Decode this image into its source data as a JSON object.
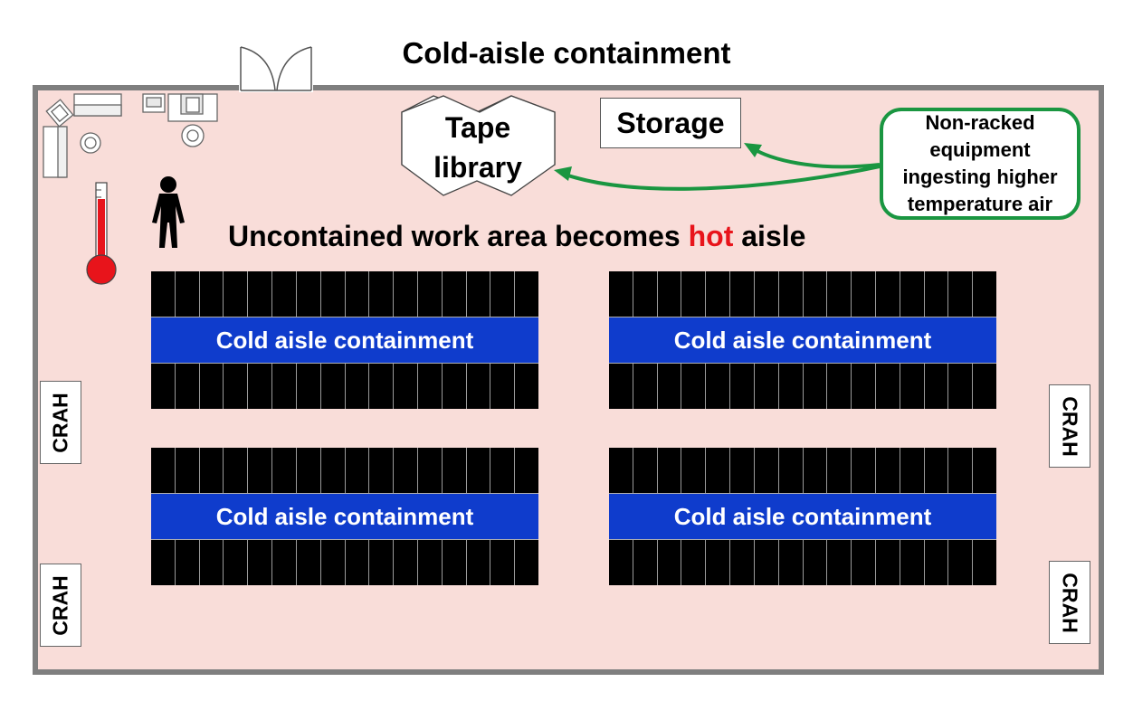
{
  "title": "Cold-aisle containment",
  "tape_library": {
    "line1": "Tape",
    "line2": "library"
  },
  "storage": "Storage",
  "callout": {
    "lines": [
      "Non-racked",
      "equipment",
      "ingesting higher",
      "temperature air"
    ]
  },
  "hot_caption": {
    "before": "Uncontained work area becomes ",
    "hot": "hot",
    "after": " aisle"
  },
  "pods": [
    {
      "label": "Cold aisle containment"
    },
    {
      "label": "Cold aisle containment"
    },
    {
      "label": "Cold aisle containment"
    },
    {
      "label": "Cold aisle containment"
    }
  ],
  "crah_units": [
    "CRAH",
    "CRAH",
    "CRAH",
    "CRAH"
  ],
  "icons": [
    "door-icon",
    "office-desk-icon",
    "person-icon",
    "thermometer-icon",
    "arrow-icon"
  ],
  "colors": {
    "floor": "#f9ddd9",
    "aisle": "#0f3ccc",
    "rack": "#000000",
    "callout_border": "#1a9641",
    "hot": "#e8141b",
    "thermometer": "#e8141b"
  }
}
